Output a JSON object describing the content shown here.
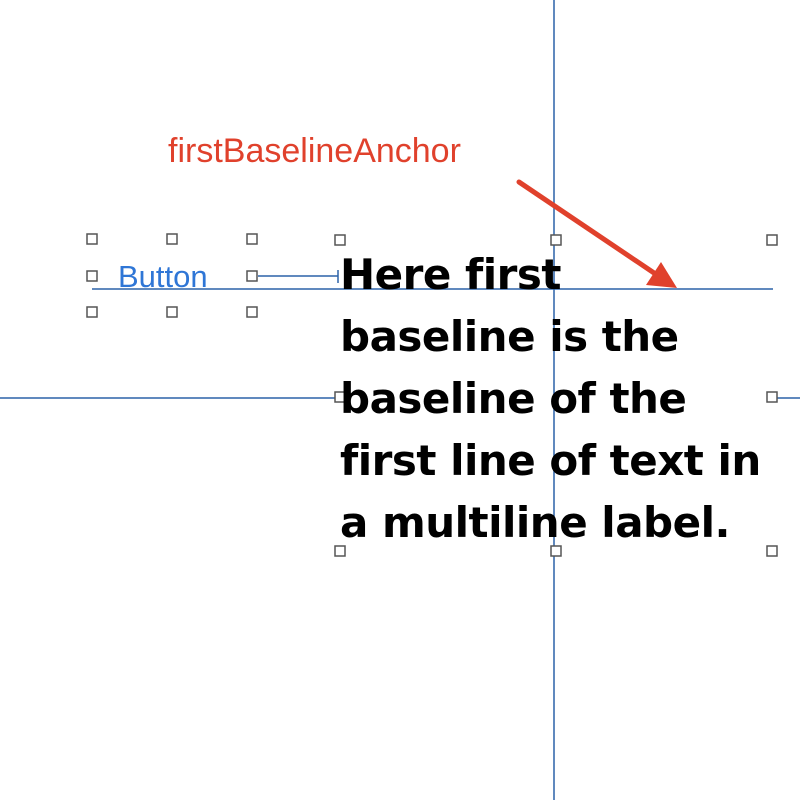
{
  "annotation": {
    "label": "firstBaselineAnchor",
    "color": "#e0412c"
  },
  "button": {
    "label": "Button",
    "color": "#2f76d6"
  },
  "label": {
    "lines": [
      "Here first",
      "baseline is the",
      "baseline of the",
      "first line of text in",
      "a multiline label."
    ],
    "color": "#000000"
  },
  "colors": {
    "guide_line": "#2c62a8",
    "selection_handle": "#555555",
    "background": "#ffffff"
  }
}
